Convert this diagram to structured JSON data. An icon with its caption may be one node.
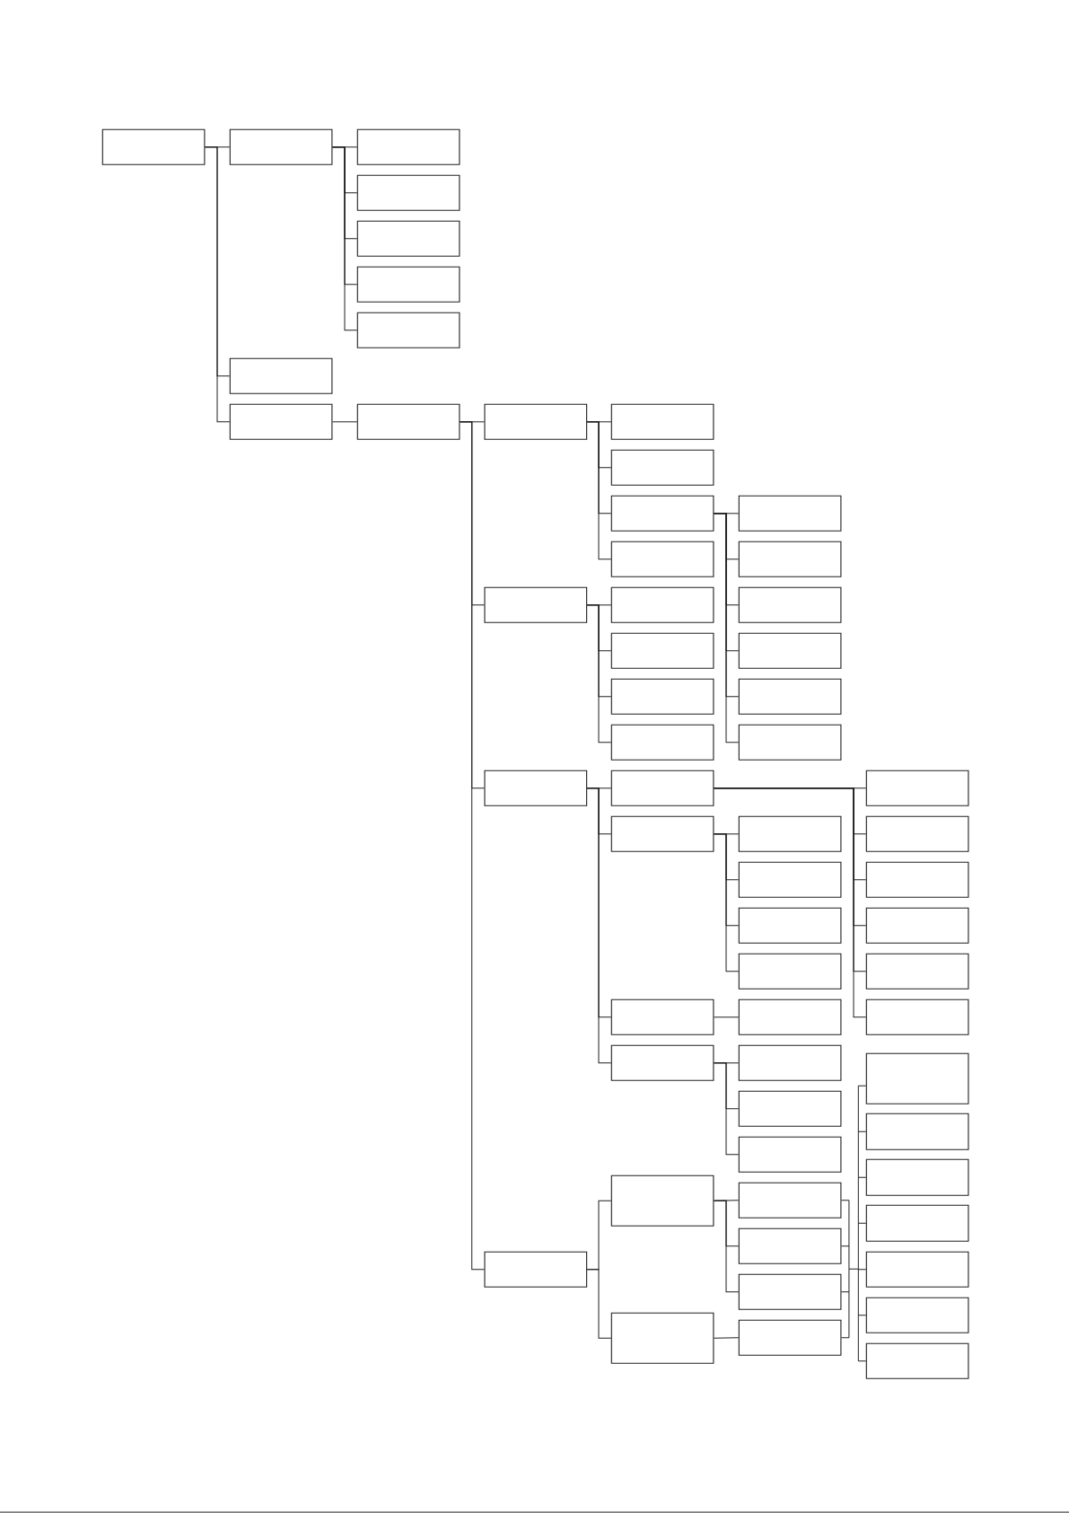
{
  "diagram": {
    "nodes": [
      {
        "text": [],
        "shape": "box"
      },
      {
        "text": [],
        "shape": "box"
      },
      {
        "text": [],
        "shape": "box"
      },
      {
        "text": [],
        "shape": "box"
      },
      {
        "text": [],
        "shape": "box"
      },
      {
        "text": [],
        "shape": "box"
      },
      {
        "text": [],
        "shape": "box"
      },
      {
        "text": [],
        "shape": "box"
      },
      {
        "text": [],
        "shape": "box"
      },
      {
        "text": [],
        "shape": "box"
      },
      {
        "text": [],
        "shape": "box"
      },
      {
        "text": [],
        "shape": "box"
      },
      {
        "text": [],
        "shape": "box"
      },
      {
        "text": [],
        "shape": "box"
      },
      {
        "text": [],
        "shape": "box"
      },
      {
        "text": [],
        "shape": "box"
      },
      {
        "text": [],
        "shape": "box"
      },
      {
        "text": [],
        "shape": "box"
      },
      {
        "text": [],
        "shape": "box"
      },
      {
        "text": [],
        "shape": "box"
      },
      {
        "text": [],
        "shape": "box"
      },
      {
        "text": [],
        "shape": "box"
      },
      {
        "text": [],
        "shape": "box"
      },
      {
        "text": [],
        "shape": "box"
      },
      {
        "text": [],
        "shape": "box"
      },
      {
        "text": [],
        "shape": "box"
      },
      {
        "text": [],
        "shape": "box"
      },
      {
        "text": [],
        "shape": "box"
      },
      {
        "text": [],
        "shape": "box"
      },
      {
        "text": [],
        "shape": "box"
      },
      {
        "text": [],
        "shape": "box"
      },
      {
        "text": [],
        "shape": "box"
      },
      {
        "text": [],
        "shape": "box"
      },
      {
        "text": [],
        "shape": "box"
      },
      {
        "text": [],
        "shape": "box"
      },
      {
        "text": [],
        "shape": "box"
      },
      {
        "text": [],
        "shape": "box"
      },
      {
        "text": [],
        "shape": "box"
      },
      {
        "text": [],
        "shape": "box"
      },
      {
        "text": [],
        "shape": "box"
      },
      {
        "text": [],
        "shape": "box"
      },
      {
        "text": [],
        "shape": "box"
      },
      {
        "text": [],
        "shape": "box"
      },
      {
        "text": [],
        "shape": "box"
      },
      {
        "text": [],
        "shape": "box"
      },
      {
        "text": [],
        "shape": "box"
      },
      {
        "text": [],
        "shape": "box"
      },
      {
        "text": [],
        "shape": "box"
      },
      {
        "text": [],
        "shape": "box"
      },
      {
        "text": [],
        "shape": "box"
      },
      {
        "text": [],
        "shape": "box"
      },
      {
        "text": [],
        "shape": "box"
      },
      {
        "text": [],
        "shape": "box"
      },
      {
        "text": [],
        "shape": "box"
      },
      {
        "text": [],
        "shape": "box"
      },
      {
        "text": [],
        "shape": "box"
      },
      {
        "text": [],
        "shape": "box"
      },
      {
        "text": [],
        "shape": "box"
      },
      {
        "text": [],
        "shape": "box"
      }
    ],
    "edges": [
      {
        "from": 0,
        "to": 1,
        "arrow": "none"
      },
      {
        "from": 0,
        "to": 7,
        "arrow": "none"
      },
      {
        "from": 0,
        "to": 8,
        "arrow": "none"
      },
      {
        "from": 1,
        "to": 2,
        "arrow": "none"
      },
      {
        "from": 1,
        "to": 3,
        "arrow": "none"
      },
      {
        "from": 1,
        "to": 4,
        "arrow": "none"
      },
      {
        "from": 1,
        "to": 5,
        "arrow": "none"
      },
      {
        "from": 1,
        "to": 6,
        "arrow": "none"
      },
      {
        "from": 8,
        "to": 9,
        "arrow": "none"
      },
      {
        "from": 9,
        "to": 10,
        "arrow": "none"
      },
      {
        "from": 9,
        "to": 17,
        "arrow": "none"
      },
      {
        "from": 9,
        "to": 26,
        "arrow": "none"
      },
      {
        "from": 9,
        "to": 52,
        "arrow": "none"
      },
      {
        "from": 10,
        "to": 11,
        "arrow": "none"
      },
      {
        "from": 10,
        "to": 12,
        "arrow": "none"
      },
      {
        "from": 10,
        "to": 13,
        "arrow": "none"
      },
      {
        "from": 10,
        "to": 15,
        "arrow": "none"
      },
      {
        "from": 13,
        "to": 14,
        "arrow": "none"
      },
      {
        "from": 13,
        "to": 16,
        "arrow": "none"
      },
      {
        "from": 13,
        "to": 19,
        "arrow": "none"
      },
      {
        "from": 13,
        "to": 21,
        "arrow": "none"
      },
      {
        "from": 13,
        "to": 23,
        "arrow": "none"
      },
      {
        "from": 13,
        "to": 25,
        "arrow": "none"
      },
      {
        "from": 17,
        "to": 18,
        "arrow": "none"
      },
      {
        "from": 17,
        "to": 20,
        "arrow": "none"
      },
      {
        "from": 17,
        "to": 22,
        "arrow": "none"
      },
      {
        "from": 17,
        "to": 24,
        "arrow": "none"
      },
      {
        "from": 26,
        "to": 27,
        "arrow": "none"
      },
      {
        "from": 26,
        "to": 29,
        "arrow": "none"
      },
      {
        "from": 26,
        "to": 38,
        "arrow": "none"
      },
      {
        "from": 26,
        "to": 41,
        "arrow": "none"
      },
      {
        "from": 27,
        "to": 28,
        "arrow": "none"
      },
      {
        "from": 27,
        "to": 31,
        "arrow": "none"
      },
      {
        "from": 27,
        "to": 33,
        "arrow": "none"
      },
      {
        "from": 27,
        "to": 35,
        "arrow": "none"
      },
      {
        "from": 27,
        "to": 37,
        "arrow": "none"
      },
      {
        "from": 27,
        "to": 40,
        "arrow": "none"
      },
      {
        "from": 29,
        "to": 30,
        "arrow": "none"
      },
      {
        "from": 29,
        "to": 32,
        "arrow": "none"
      },
      {
        "from": 29,
        "to": 34,
        "arrow": "none"
      },
      {
        "from": 29,
        "to": 36,
        "arrow": "none"
      },
      {
        "from": 38,
        "to": 39,
        "arrow": "none"
      },
      {
        "from": 41,
        "to": 42,
        "arrow": "none"
      },
      {
        "from": 41,
        "to": 44,
        "arrow": "none"
      },
      {
        "from": 41,
        "to": 46,
        "arrow": "none"
      },
      {
        "from": 52,
        "to": 48,
        "arrow": "none"
      },
      {
        "from": 52,
        "to": 56,
        "arrow": "none"
      },
      {
        "from": 48,
        "to": 49,
        "arrow": "none"
      },
      {
        "from": 48,
        "to": 51,
        "arrow": "none"
      },
      {
        "from": 48,
        "to": 54,
        "arrow": "none"
      },
      {
        "from": 56,
        "to": 57,
        "arrow": "none"
      },
      {
        "from": 49,
        "to": 43,
        "arrow": "none"
      },
      {
        "from": 49,
        "to": 45,
        "arrow": "none"
      },
      {
        "from": 49,
        "to": 47,
        "arrow": "none"
      },
      {
        "from": 49,
        "to": 50,
        "arrow": "none"
      },
      {
        "from": 49,
        "to": 53,
        "arrow": "none"
      },
      {
        "from": 49,
        "to": 55,
        "arrow": "none"
      },
      {
        "from": 49,
        "to": 58,
        "arrow": "none"
      },
      {
        "from": 51,
        "to": 43,
        "arrow": "none"
      },
      {
        "from": 51,
        "to": 45,
        "arrow": "none"
      },
      {
        "from": 51,
        "to": 47,
        "arrow": "none"
      },
      {
        "from": 51,
        "to": 50,
        "arrow": "none"
      },
      {
        "from": 51,
        "to": 53,
        "arrow": "none"
      },
      {
        "from": 51,
        "to": 55,
        "arrow": "none"
      },
      {
        "from": 51,
        "to": 58,
        "arrow": "none"
      },
      {
        "from": 54,
        "to": 43,
        "arrow": "none"
      },
      {
        "from": 54,
        "to": 45,
        "arrow": "none"
      },
      {
        "from": 54,
        "to": 47,
        "arrow": "none"
      },
      {
        "from": 54,
        "to": 50,
        "arrow": "none"
      },
      {
        "from": 54,
        "to": 53,
        "arrow": "none"
      },
      {
        "from": 54,
        "to": 55,
        "arrow": "none"
      },
      {
        "from": 54,
        "to": 58,
        "arrow": "none"
      },
      {
        "from": 57,
        "to": 43,
        "arrow": "none"
      },
      {
        "from": 57,
        "to": 45,
        "arrow": "none"
      },
      {
        "from": 57,
        "to": 47,
        "arrow": "none"
      },
      {
        "from": 57,
        "to": 50,
        "arrow": "none"
      },
      {
        "from": 57,
        "to": 53,
        "arrow": "none"
      },
      {
        "from": 57,
        "to": 55,
        "arrow": "none"
      },
      {
        "from": 57,
        "to": 58,
        "arrow": "none"
      }
    ]
  }
}
